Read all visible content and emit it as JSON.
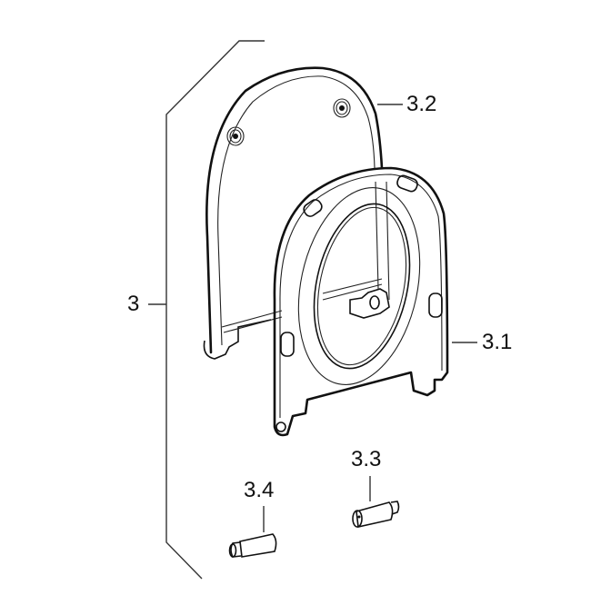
{
  "diagram": {
    "type": "exploded-view parts drawing",
    "subject": "Toilet seat and lid assembly",
    "labels": [
      {
        "id": "3",
        "text": "3",
        "part": "Seat and lid set (group bracket)"
      },
      {
        "id": "3.1",
        "text": "3.1",
        "part": "Seat ring"
      },
      {
        "id": "3.2",
        "text": "3.2",
        "part": "Lid"
      },
      {
        "id": "3.3",
        "text": "3.3",
        "part": "Hinge pin (right)"
      },
      {
        "id": "3.4",
        "text": "3.4",
        "part": "Hinge pin (left)"
      }
    ]
  }
}
